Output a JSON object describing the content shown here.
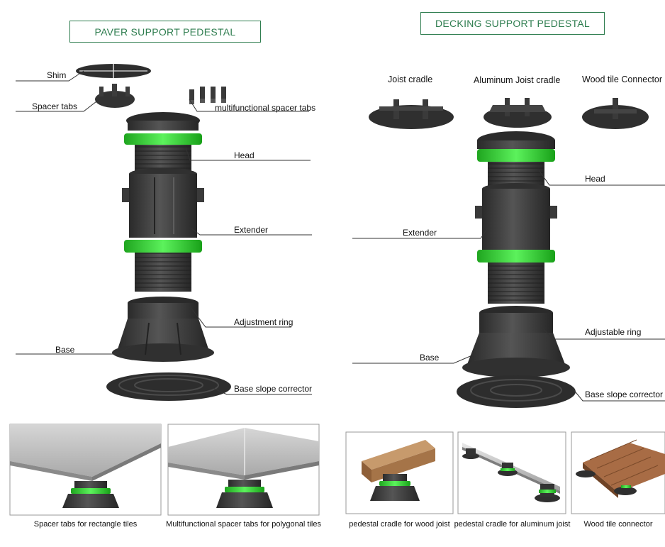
{
  "paver": {
    "title": "PAVER SUPPORT PEDESTAL",
    "labels": {
      "shim": "Shim",
      "spacer_tabs": "Spacer tabs",
      "multifunctional_spacer_tabs": "multifunctional spacer tabs",
      "head": "Head",
      "extender": "Extender",
      "adjustment_ring": "Adjustment ring",
      "base": "Base",
      "base_slope_corrector": "Base slope corrector"
    },
    "captions": [
      "Spacer tabs for rectangle tiles",
      "Multifunctional spacer tabs for polygonal tiles"
    ]
  },
  "decking": {
    "title": "DECKING SUPPORT PEDESTAL",
    "top_labels": {
      "joist_cradle": "Joist cradle",
      "aluminum_joist_cradle": "Aluminum Joist cradle",
      "wood_tile_connector": "Wood tile Connector"
    },
    "labels": {
      "head": "Head",
      "extender": "Extender",
      "adjustable_ring": "Adjustable ring",
      "base": "Base",
      "base_slope_corrector": "Base slope corrector"
    },
    "captions": [
      "pedestal cradle for wood joist",
      "pedestal cradle for aluminum joist",
      "Wood tile connector"
    ]
  },
  "colors": {
    "accent_green": "#2e7d4f",
    "ring_green": "#3ddc3d",
    "plastic_dark": "#3a3a3a",
    "tile_grey": "#b9b9b9",
    "wood": "#a0714a"
  }
}
